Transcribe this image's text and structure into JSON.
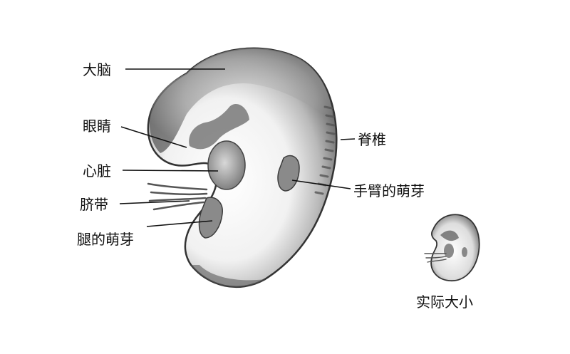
{
  "labels": {
    "brain": "大脑",
    "eye": "眼睛",
    "heart": "心脏",
    "umbilical_cord": "脐带",
    "leg_bud": "腿的萌芽",
    "spine": "脊椎",
    "arm_bud": "手臂的萌芽",
    "actual_size": "实际大小"
  }
}
